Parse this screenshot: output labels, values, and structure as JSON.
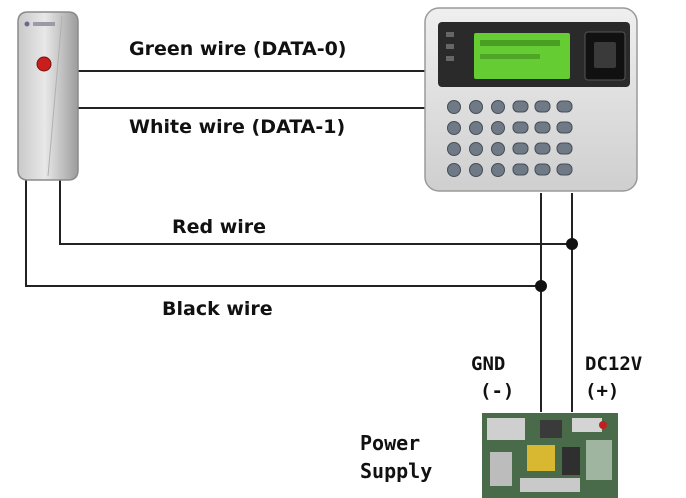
{
  "wires": {
    "green": "Green wire (DATA-0)",
    "white": "White wire (DATA-1)",
    "red": "Red wire",
    "black": "Black wire"
  },
  "terminals": {
    "gnd_name": "GND",
    "gnd_sign": "(-)",
    "dc_name": "DC12V",
    "dc_sign": "(+)"
  },
  "power_supply": {
    "line1": "Power",
    "line2": "Supply"
  },
  "colors": {
    "line": "#222222",
    "lcd": "#66cc33",
    "controller_body": "#dcdcdc",
    "reader_body": "#d2d2d2",
    "reader_led": "#c81e1e",
    "pcb": "#4a6b4a"
  },
  "icons": [
    "card-reader-icon",
    "access-controller-icon",
    "power-supply-board-icon"
  ]
}
